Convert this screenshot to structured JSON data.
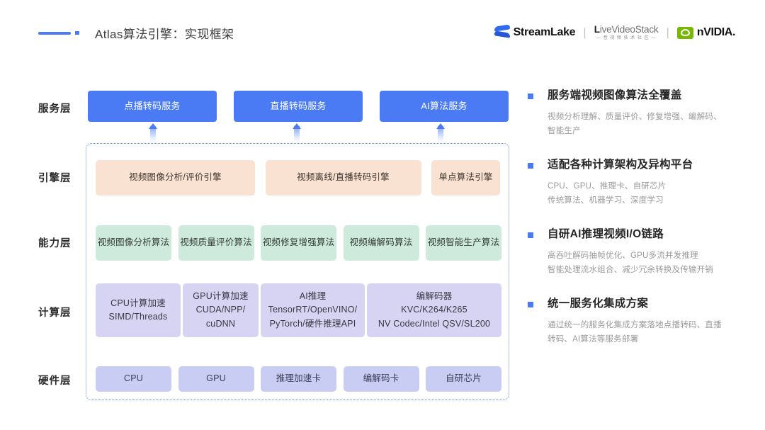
{
  "header": {
    "title": "Atlas算法引擎：实现框架",
    "logos": {
      "streamlake": "StreamLake",
      "separator": "|",
      "livevideostack_main": "iveVideoStack",
      "livevideostack_main_prefix": "L",
      "livevideostack_sub": "— 音 视 频 技 术 社 区 —",
      "nvidia": "nVIDIA."
    }
  },
  "diagram": {
    "layers": [
      {
        "label": "服务层",
        "boxes": [
          {
            "text": "点播转码服务"
          },
          {
            "text": "直播转码服务"
          },
          {
            "text": "AI算法服务"
          }
        ]
      },
      {
        "label": "引擎层",
        "boxes": [
          {
            "text": "视频图像分析/评价引擎"
          },
          {
            "text": "视频离线/直播转码引擎"
          },
          {
            "text": "单点算法引擎"
          }
        ]
      },
      {
        "label": "能力层",
        "boxes": [
          {
            "text": "视频图像分析算法"
          },
          {
            "text": "视频质量评价算法"
          },
          {
            "text": "视频修复增强算法"
          },
          {
            "text": "视频编解码算法"
          },
          {
            "text": "视频智能生产算法"
          }
        ]
      },
      {
        "label": "计算层",
        "boxes": [
          {
            "lines": [
              "CPU计算加速",
              "SIMD/Threads"
            ]
          },
          {
            "lines": [
              "GPU计算加速",
              "CUDA/NPP/",
              "cuDNN"
            ]
          },
          {
            "lines": [
              "AI推理",
              "TensorRT/OpenVINO/",
              "PyTorch/硬件推理API"
            ]
          },
          {
            "lines": [
              "编解码器",
              "KVC/K264/K265",
              "NV Codec/Intel QSV/SL200"
            ]
          }
        ]
      },
      {
        "label": "硬件层",
        "boxes": [
          {
            "text": "CPU"
          },
          {
            "text": "GPU"
          },
          {
            "text": "推理加速卡"
          },
          {
            "text": "编解码卡"
          },
          {
            "text": "自研芯片"
          }
        ]
      }
    ]
  },
  "features": [
    {
      "title": "服务端视频图像算法全覆盖",
      "desc": "视频分析理解、质量评价、修复增强、编解码、\n智能生产"
    },
    {
      "title": "适配各种计算架构及异构平台",
      "desc": "CPU、GPU、推理卡、自研芯片\n传统算法、机器学习、深度学习"
    },
    {
      "title": "自研AI推理视频I/O链路",
      "desc": "高吞吐解码抽帧优化、GPU多流并发推理\n智能处理流水组合、减少冗余转换及传输开销"
    },
    {
      "title": "统一服务化集成方案",
      "desc": "通过统一的服务化集成方案落地点播转码、直播\n转码、AI算法等服务部署"
    }
  ],
  "colors": {
    "accent_blue": "#4a7bf5",
    "engine_peach": "#fae2d2",
    "capability_green": "#cdeadc",
    "compute_purple": "#d7d3f2",
    "hardware_lavender": "#c9cdf3",
    "nvidia_green": "#76b900"
  }
}
